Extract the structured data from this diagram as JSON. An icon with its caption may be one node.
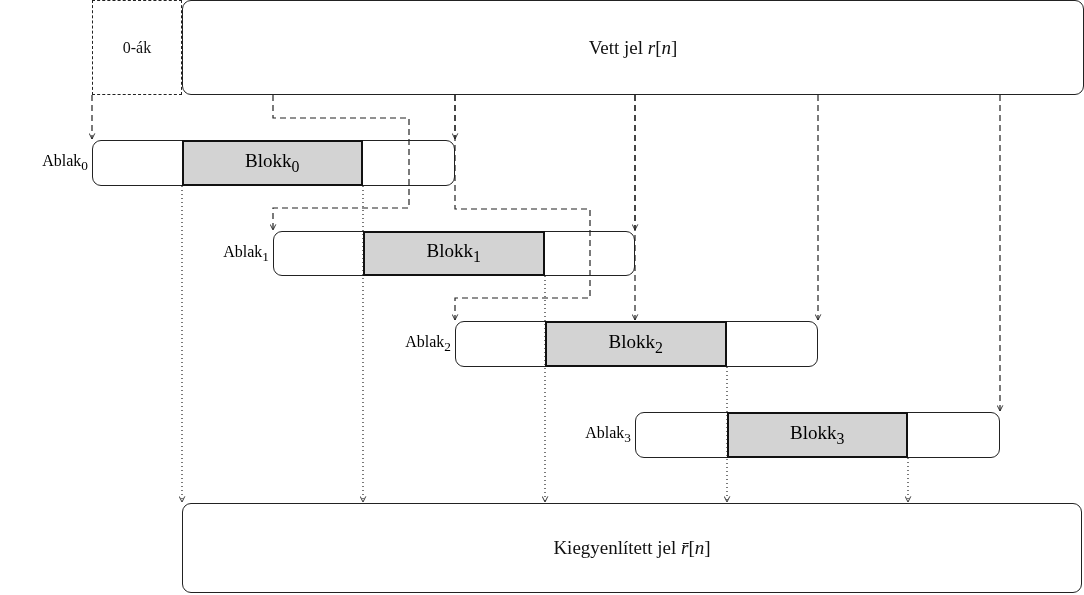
{
  "diagram": {
    "nodes": [
      {
        "text": [
          "0-ák"
        ]
      },
      {
        "text": [
          "Vett jel *r*[*n*]"
        ]
      },
      {
        "text": [
          "Ablak$_{0}$"
        ]
      },
      {
        "text": [
          "Blokk$_{0}$"
        ],
        "in": 2
      },
      {
        "text": [
          "Ablak$_{1}$"
        ]
      },
      {
        "text": [
          "Blokk$_{1}$"
        ],
        "in": 4
      },
      {
        "text": [
          "Ablak$_{2}$"
        ]
      },
      {
        "text": [
          "Blokk$_{2}$"
        ],
        "in": 6
      },
      {
        "text": [
          "Ablak$_{3}$"
        ]
      },
      {
        "text": [
          "Blokk$_{3}$"
        ],
        "in": 8
      },
      {
        "text": [
          "Kiegyenlített jel *r̄*[*n*]"
        ]
      }
    ],
    "edges": [
      {
        "from": 0,
        "to": 2,
        "arrow": "to",
        "style": "dashed"
      },
      {
        "from": 1,
        "to": 2,
        "arrow": "to",
        "style": "dashed"
      },
      {
        "from": 1,
        "to": 4,
        "arrow": "to",
        "style": "dashed"
      },
      {
        "from": 1,
        "to": 4,
        "arrow": "to",
        "style": "dashed"
      },
      {
        "from": 1,
        "to": 6,
        "arrow": "to",
        "style": "dashed"
      },
      {
        "from": 1,
        "to": 6,
        "arrow": "to",
        "style": "dashed"
      },
      {
        "from": 1,
        "to": 6,
        "arrow": "to",
        "style": "dashed"
      },
      {
        "from": 1,
        "to": 8,
        "arrow": "to",
        "style": "dashed"
      },
      {
        "from": 3,
        "to": 10,
        "arrow": "to"
      },
      {
        "from": 3,
        "to": 10,
        "arrow": "to"
      },
      {
        "from": 5,
        "to": 10,
        "arrow": "to"
      },
      {
        "from": 7,
        "to": 10,
        "arrow": "to"
      },
      {
        "from": 9,
        "to": 10,
        "arrow": "to"
      }
    ]
  }
}
